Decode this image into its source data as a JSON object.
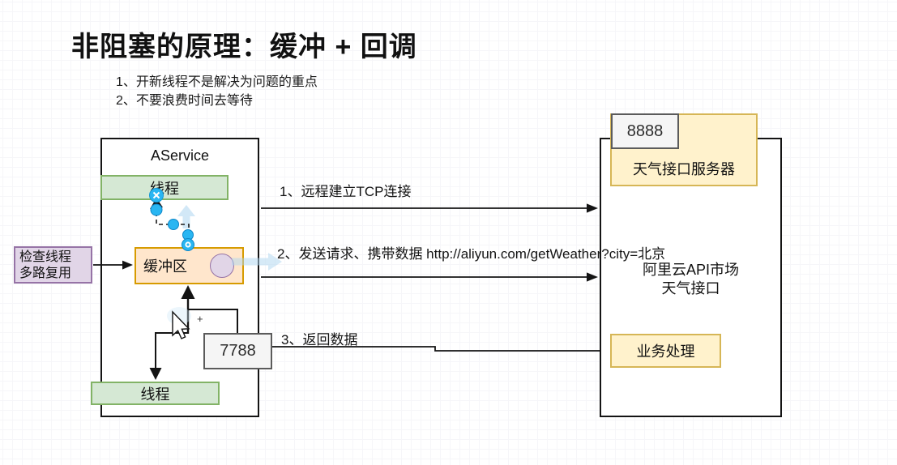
{
  "title": "非阻塞的原理：缓冲 + 回调",
  "notes": {
    "line1": "1、开新线程不是解决为问题的重点",
    "line2": "2、不要浪费时间去等待"
  },
  "aservice": {
    "title": "AService",
    "thread_top_label": "线程",
    "buffer_label": "缓冲区",
    "thread_bottom_label": "线程",
    "port_label": "7788"
  },
  "checker": {
    "line1": "检查线程",
    "line2": "多路复用"
  },
  "server": {
    "port_label": "8888",
    "name": "天气接口服务器",
    "api_line1": "阿里云API市场",
    "api_line2": "天气接口",
    "business_label": "业务处理"
  },
  "flows": [
    {
      "label": "1、远程建立TCP连接"
    },
    {
      "label": "2、发送请求、携带数据 http://aliyun.com/getWeather?city=北京"
    },
    {
      "label": "3、返回数据"
    }
  ],
  "cursor": {
    "plus_label": "+"
  },
  "colors": {
    "green_fill": "#D5E8D4",
    "green_stroke": "#82B366",
    "orange_fill": "#FFE6CC",
    "orange_stroke": "#D79B00",
    "yellow_fill": "#FFF2CC",
    "yellow_stroke": "#D6B656",
    "purple_fill": "#E1D5E7",
    "purple_stroke": "#9673A6",
    "gray_fill": "#F5F5F5",
    "gray_stroke": "#5B5B5B",
    "connector_black": "#141414",
    "selection_blue": "#29B6F2",
    "hint_arrow_blue": "#ADD6F0"
  }
}
